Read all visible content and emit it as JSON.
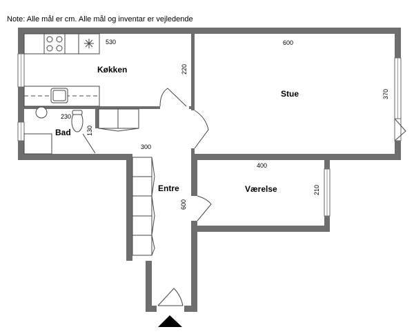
{
  "note": "Note: Alle mål er cm. Alle mål og inventar er vejledende",
  "rooms": {
    "kitchen": {
      "name": "Køkken",
      "width": "530",
      "depth": "220"
    },
    "living": {
      "name": "Stue",
      "width": "600",
      "depth": "370"
    },
    "bath": {
      "name": "Bad",
      "width": "230",
      "depth": "130"
    },
    "bedroom": {
      "name": "Værelse",
      "width": "400",
      "depth": "210"
    },
    "entrance": {
      "name": "Entre",
      "width": "300",
      "depth": "600"
    }
  },
  "colors": {
    "wall": "#6e6e6e",
    "fixture": "#444444"
  }
}
